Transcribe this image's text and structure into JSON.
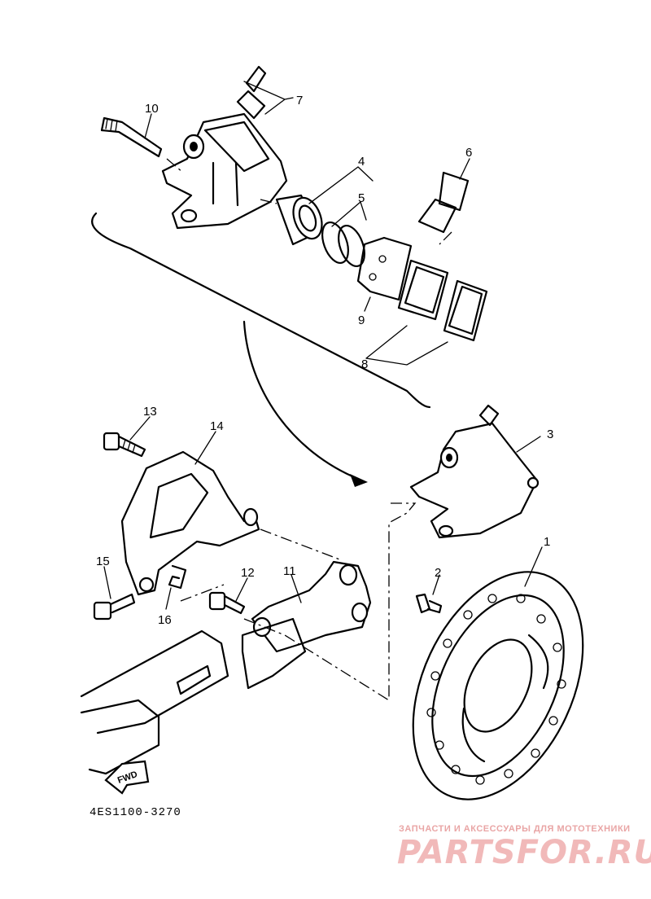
{
  "diagram": {
    "code": "4ES1100-3270",
    "fwd_label": "FWD",
    "callouts": [
      "1",
      "2",
      "3",
      "4",
      "5",
      "6",
      "7",
      "8",
      "9",
      "10",
      "11",
      "12",
      "13",
      "14",
      "15",
      "16"
    ]
  },
  "watermark": {
    "tagline": "ЗАПЧАСТИ И АКСЕССУАРЫ ДЛЯ МОТОТЕХНИКИ",
    "logo": "PARTSFOR.RU",
    "color": "#f1b9b9"
  }
}
